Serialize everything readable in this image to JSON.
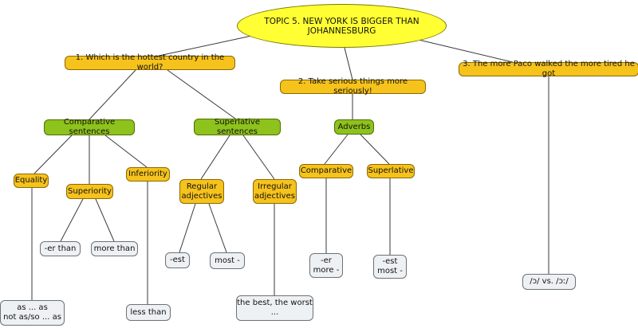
{
  "title": "TOPIC 5. NEW YORK IS BIGGER THAN JOHANNESBURG",
  "branches": {
    "b1": "1. Which is the hottest country in the world?",
    "b2": "2. Take serious things more seriously!",
    "b3": "3. The more Paco walked the more tired he got"
  },
  "categories": {
    "comparative": "Comparative sentences",
    "superlative": "Superlative sentences",
    "adverbs": "Adverbs"
  },
  "subcategories": {
    "equality": "Equality",
    "superiority": "Superiority",
    "inferiority": "Inferiority",
    "regular": "Regular\nadjectives",
    "irregular": "Irregular\nadjectives",
    "adv_comparative": "Comparative",
    "adv_superlative": "Superlative"
  },
  "leaves": {
    "as_as": "as ... as\nnot as/so ... as",
    "er_than": "-er than",
    "more_than": "more than",
    "less_than": "less than",
    "est": "-est",
    "most": "most -",
    "best_worst": "the best, the worst\n...",
    "er_more": "-er\nmore -",
    "est_most": "-est\nmost -",
    "vowels": "/ɔ/ vs. /ɔː/"
  },
  "colors": {
    "title": "#ffff33",
    "branch": "#f6c21c",
    "category": "#8ec21c",
    "leaf": "#eef1f3"
  }
}
